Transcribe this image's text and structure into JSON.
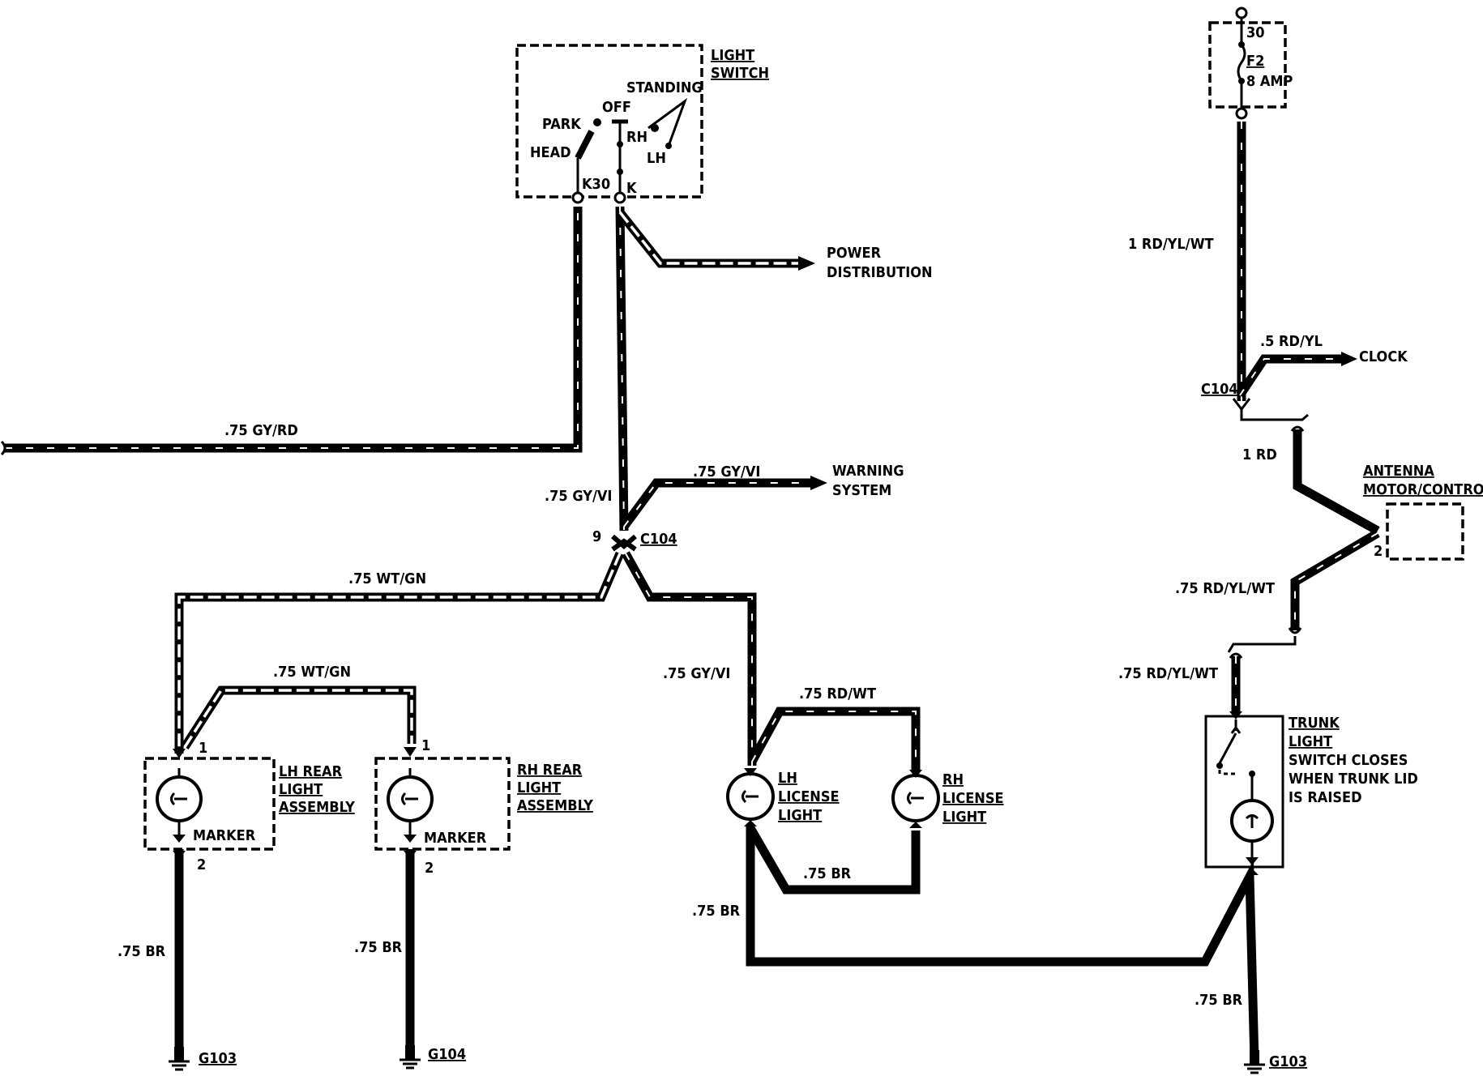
{
  "components": {
    "light_switch": {
      "title_l1": "LIGHT",
      "title_l2": "SWITCH",
      "standing": "STANDING",
      "off": "OFF",
      "park": "PARK",
      "head": "HEAD",
      "rh": "RH",
      "lh": "LH",
      "k30": "K30",
      "k": "K"
    },
    "fuse": {
      "terminal": "30",
      "name": "F2",
      "rating": "8 AMP"
    },
    "power_distribution": {
      "l1": "POWER",
      "l2": "DISTRIBUTION"
    },
    "warning_system": {
      "l1": "WARNING",
      "l2": "SYSTEM"
    },
    "clock": "CLOCK",
    "antenna": {
      "l1": "ANTENNA",
      "l2": "MOTOR/CONTROL",
      "pin": "2"
    },
    "lh_rear": {
      "l1": "LH REAR",
      "l2": "LIGHT",
      "l3": "ASSEMBLY",
      "lamp": "MARKER",
      "pin1": "1",
      "pin2": "2"
    },
    "rh_rear": {
      "l1": "RH REAR",
      "l2": "LIGHT",
      "l3": "ASSEMBLY",
      "lamp": "MARKER",
      "pin1": "1",
      "pin2": "2"
    },
    "lh_license": {
      "l1": "LH",
      "l2": "LICENSE",
      "l3": "LIGHT"
    },
    "rh_license": {
      "l1": "RH",
      "l2": "LICENSE",
      "l3": "LIGHT"
    },
    "trunk": {
      "l1": "TRUNK",
      "l2": "LIGHT",
      "n1": "SWITCH CLOSES",
      "n2": "WHEN TRUNK LID",
      "n3": "IS RAISED"
    },
    "connectors": {
      "c104_center": "C104",
      "c104_center_pin": "9",
      "c104_right": "C104"
    },
    "grounds": {
      "g1": "G103",
      "g2": "G104",
      "g3": "G103"
    }
  },
  "wires": {
    "gy_rd": ".75 GY/RD",
    "gy_vi_branch": ".75 GY/VI",
    "gy_vi_main": ".75 GY/VI",
    "wt_gn_1": ".75 WT/GN",
    "wt_gn_2": ".75 WT/GN",
    "gy_vi_lic": ".75 GY/VI",
    "rd_wt": ".75 RD/WT",
    "br_lic": ".75 BR",
    "br_lic2": ".75 BR",
    "br_lh": ".75 BR",
    "br_rh": ".75 BR",
    "br_trunk": ".75 BR",
    "rd_yl_wt_top": "1 RD/YL/WT",
    "rd_yl_clock": ".5 RD/YL",
    "rd_1": "1 RD",
    "rd_yl_wt_2": ".75 RD/YL/WT",
    "rd_yl_wt_3": ".75 RD/YL/WT"
  }
}
